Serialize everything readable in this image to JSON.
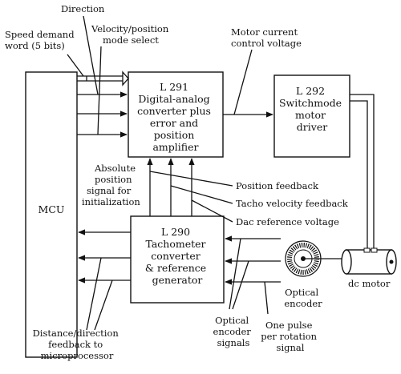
{
  "labels": {
    "direction": "Direction",
    "speed_demand": [
      "Speed demand",
      "word (5 bits)"
    ],
    "mode_select": [
      "Velocity/position",
      "mode select"
    ],
    "motor_current": [
      "Motor current",
      "control voltage"
    ],
    "absolute_position": [
      "Absolute",
      "position",
      "signal for",
      "initialization"
    ],
    "position_feedback": "Position feedback",
    "tacho_feedback": "Tacho velocity feedback",
    "dac_reference": "Dac reference voltage",
    "optical_encoder": [
      "Optical",
      "encoder"
    ],
    "one_pulse": [
      "One pulse",
      "per rotation",
      "signal"
    ],
    "encoder_signals": [
      "Optical",
      "encoder",
      "signals"
    ],
    "distance_feedback": [
      "Distance/direction",
      "feedback to",
      "microprocessor"
    ],
    "dc_motor": "dc motor"
  },
  "blocks": {
    "mcu": "MCU",
    "l291": [
      "L 291",
      "Digital-analog",
      "converter plus",
      "error and",
      "position",
      "amplifier"
    ],
    "l292": [
      "L 292",
      "Switchmode",
      "motor",
      "driver"
    ],
    "l290": [
      "L 290",
      "Tachometer",
      "converter",
      "& reference",
      "generator"
    ]
  }
}
